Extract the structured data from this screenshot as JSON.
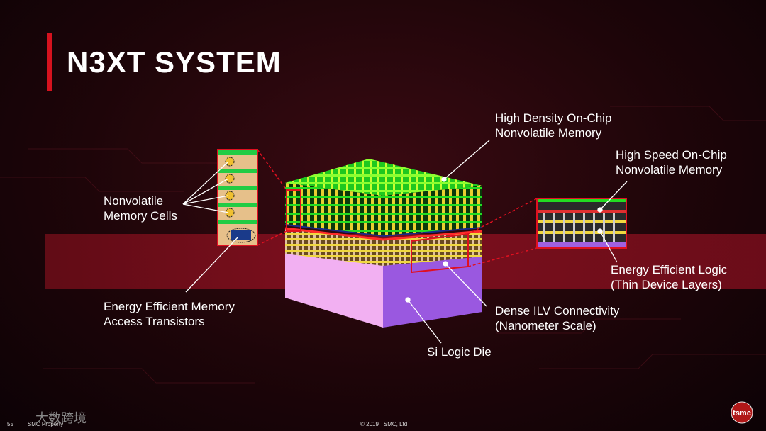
{
  "slide": {
    "title": "N3XT SYSTEM",
    "page_number": "55",
    "footer_left": "TSMC Property",
    "footer_center": "© 2019 TSMC, Ltd",
    "logo_text": "tsmc",
    "watermark_text": "大数跨境"
  },
  "labels": {
    "high_density": "High Density On-Chip\nNonvolatile Memory",
    "high_speed": "High Speed On-Chip\nNonvolatile Memory",
    "nv_cells": "Nonvolatile\nMemory Cells",
    "access_transistors": "Energy Efficient Memory\nAccess Transistors",
    "energy_logic": "Energy Efficient Logic\n(Thin Device Layers)",
    "ilv": "Dense ILV Connectivity\n(Nanometer Scale)",
    "si_die": "Si Logic Die"
  },
  "colors": {
    "accent_red": "#d5121e",
    "memory_green": "#22dd22",
    "logic_yellow": "#e8d030",
    "die_pink": "#f0a8f0",
    "die_purple": "#a060e0",
    "cell_tan": "#e6c08a"
  }
}
